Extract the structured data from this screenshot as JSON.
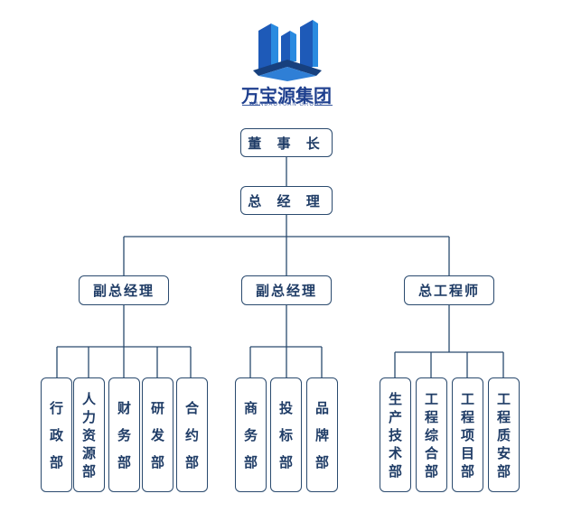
{
  "brand": {
    "name_cn": "万宝源集团",
    "name_en": "WANBAOYUAN GROUP",
    "colors": {
      "primary": "#1e3f8e",
      "accent": "#2a8be0",
      "line": "#2a4a6e"
    }
  },
  "org": {
    "chairman": "董 事 长",
    "general_manager": "总 经 理",
    "vp1": "副总经理",
    "vp2": "副总经理",
    "chief_engineer": "总工程师",
    "vp1_depts": [
      [
        "行",
        "政",
        "部"
      ],
      [
        "人",
        "力",
        "资",
        "源",
        "部"
      ],
      [
        "财",
        "务",
        "部"
      ],
      [
        "研",
        "发",
        "部"
      ],
      [
        "合",
        "约",
        "部"
      ]
    ],
    "vp2_depts": [
      [
        "商",
        "务",
        "部"
      ],
      [
        "投",
        "标",
        "部"
      ],
      [
        "品",
        "牌",
        "部"
      ]
    ],
    "ce_depts": [
      [
        "生",
        "产",
        "技",
        "术",
        "部"
      ],
      [
        "工",
        "程",
        "综",
        "合",
        "部"
      ],
      [
        "工",
        "程",
        "项",
        "目",
        "部"
      ],
      [
        "工",
        "程",
        "质",
        "安",
        "部"
      ]
    ]
  }
}
